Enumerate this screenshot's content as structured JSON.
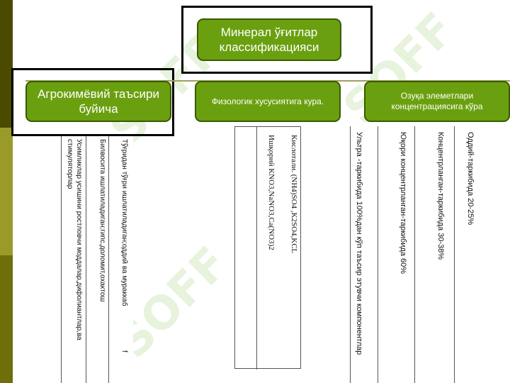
{
  "watermark": "SOFF",
  "title": "Минерал ўғитлар классификацияси",
  "categories": [
    {
      "label": "Агрокимёвий таъсири буйича"
    },
    {
      "label": "Физологик хусусиятига кура."
    },
    {
      "label": "Озуқа элеметлари концентрациясига кўра"
    }
  ],
  "agro_items": [
    "Тўғридан тўғри ишлатиладиган;оддий ва мураккаб",
    "Билвосита ишлатиладиган;гипс,доломит,охактош",
    "Усимликлар усишини ростловчи моддалар,дифолиантлар,ва стимуляторлар"
  ],
  "agro_mark": "f",
  "physio_items": [
    "Кислотали. (NH4)SO4 ,K2SO4,KCL",
    "Ишқорий KNO3,NaNO3,Ca(NO3)2"
  ],
  "conc_items": [
    "Оддий-таркибида 20-25%",
    "Концентрланган-таркибида 30-38%",
    "Юқори концентрланган-таркибида 60%",
    "Ультра -таркибида 100%дан кўп таъсир этувчи компонентлар"
  ]
}
